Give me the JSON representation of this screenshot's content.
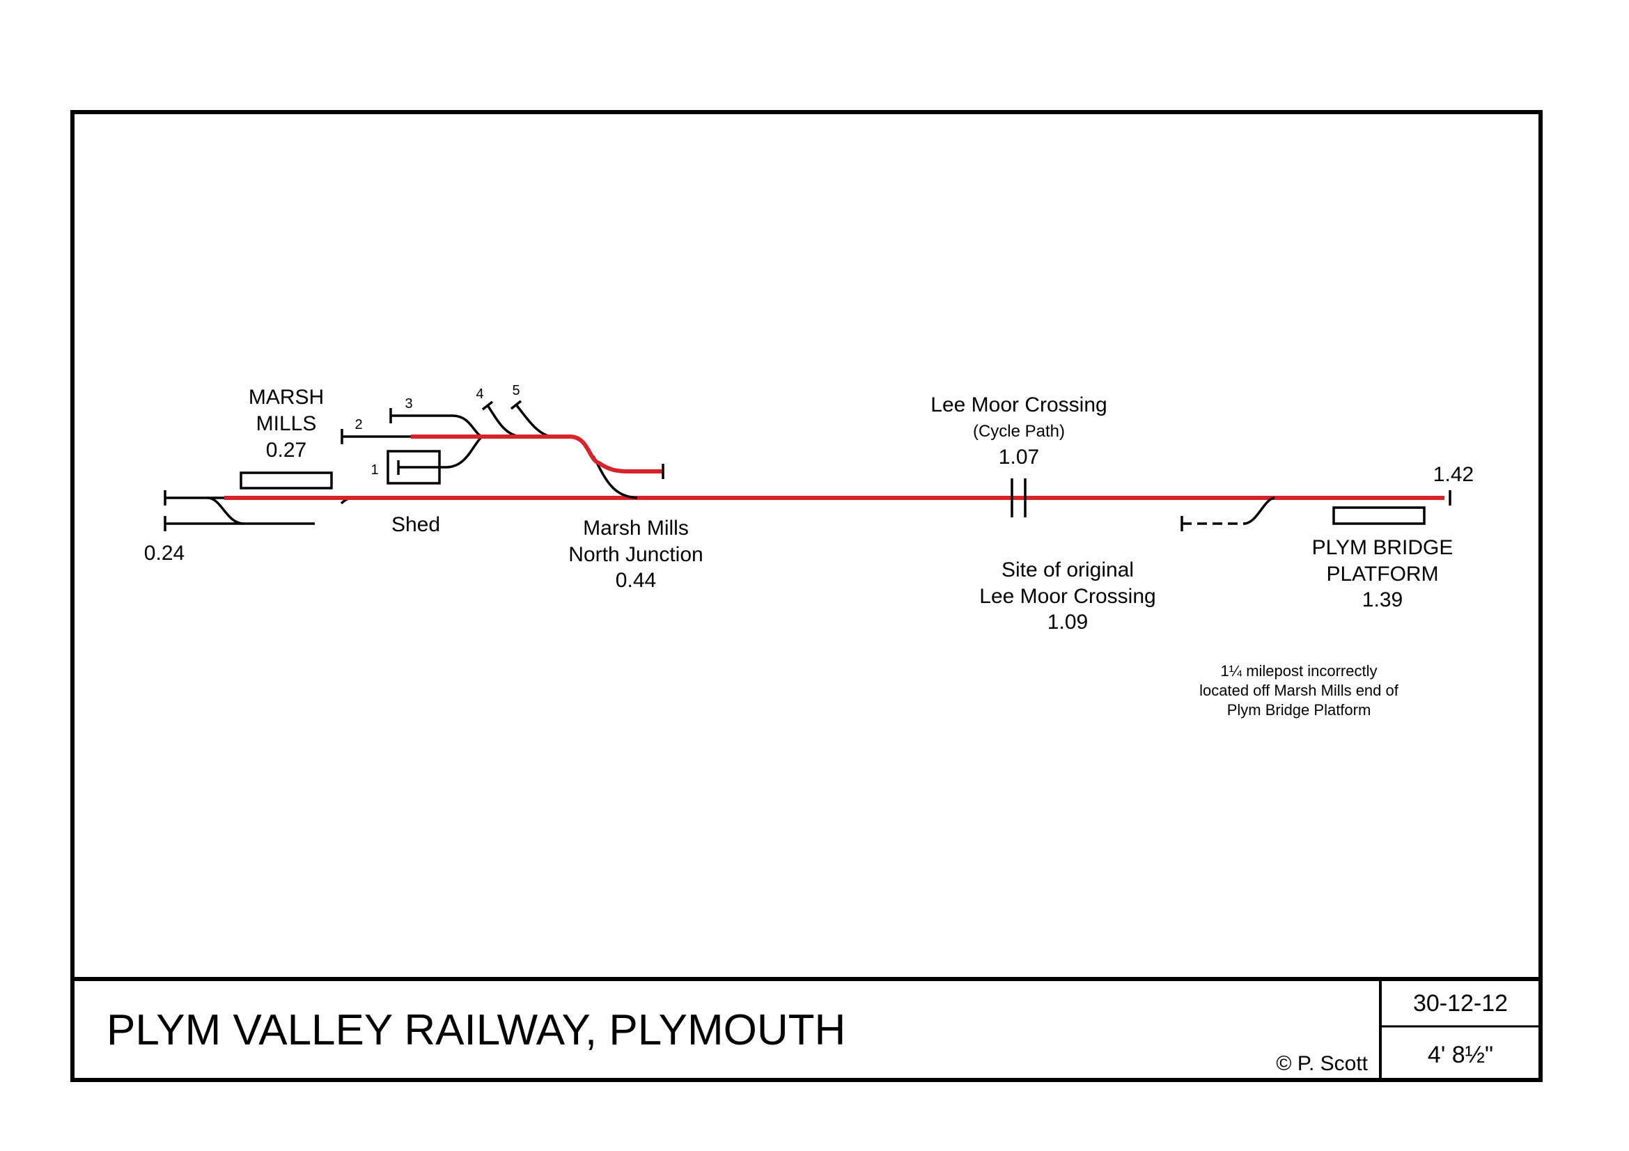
{
  "diagram": {
    "title": "PLYM VALLEY RAILWAY, PLYMOUTH",
    "copyright": "© P. Scott",
    "date": "30-12-12",
    "gauge": "4' 8½\"",
    "colors": {
      "operational_line": "#d8232a",
      "other_track": "#000000"
    },
    "locations": {
      "marsh_mills": {
        "name_line1": "MARSH",
        "name_line2": "MILLS",
        "mileage": "0.27"
      },
      "start_mileage": "0.24",
      "shed": "Shed",
      "north_junction": {
        "line1": "Marsh Mills",
        "line2": "North Junction",
        "mileage": "0.44"
      },
      "lee_moor_crossing": {
        "name": "Lee Moor Crossing",
        "note": "(Cycle Path)",
        "mileage": "1.07"
      },
      "original_crossing": {
        "line1": "Site of original",
        "line2": "Lee Moor Crossing",
        "mileage": "1.09"
      },
      "plym_bridge": {
        "line1": "PLYM BRIDGE",
        "line2": "PLATFORM",
        "mileage": "1.39"
      },
      "end_mileage": "1.42"
    },
    "sidings": [
      "1",
      "2",
      "3",
      "4",
      "5"
    ],
    "milepost_note": [
      "1¼ milepost incorrectly",
      "located off Marsh Mills end of",
      "Plym Bridge Platform"
    ]
  }
}
